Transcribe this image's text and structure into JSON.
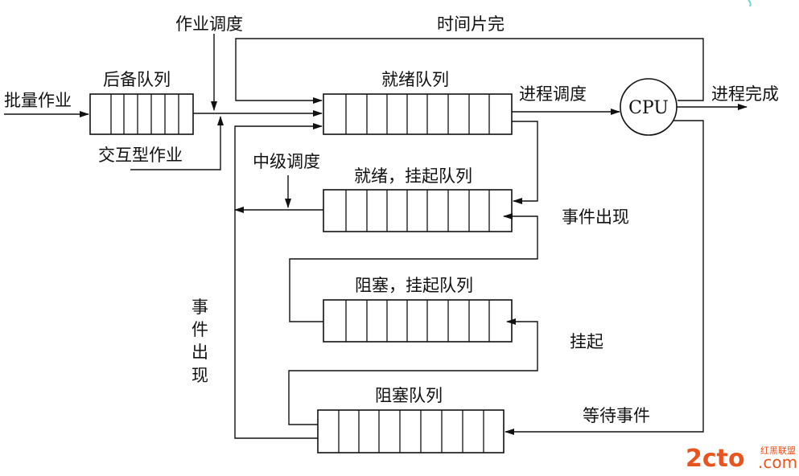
{
  "labels": {
    "batch_jobs": "批量作业",
    "backup_queue": "后备队列",
    "job_scheduling": "作业调度",
    "interactive_jobs": "交互型作业",
    "time_slice_done": "时间片完",
    "ready_queue": "就绪队列",
    "process_scheduling": "进程调度",
    "cpu": "CPU",
    "process_done": "进程完成",
    "medium_scheduling": "中级调度",
    "ready_suspended_queue": "就绪，挂起队列",
    "event_occurs_right": "事件出现",
    "blocked_suspended_queue": "阻塞，挂起队列",
    "suspend": "挂起",
    "event_occurs_vertical": [
      "事",
      "件",
      "出",
      "现"
    ],
    "blocked_queue": "阻塞队列",
    "wait_event": "等待事件"
  },
  "watermark": {
    "logo": "2cto",
    "domain": ".com",
    "brand": "红黑联盟"
  },
  "colors": {
    "line": "#111111",
    "watermark": "#e8541e",
    "accent_corner": "#6fd3d8"
  }
}
